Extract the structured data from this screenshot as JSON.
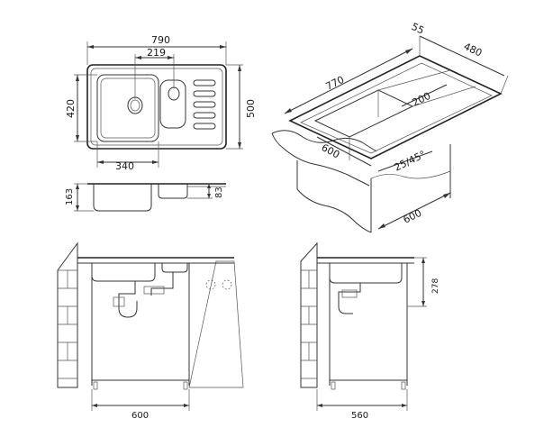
{
  "top_view": {
    "width_label": "790",
    "bowl_offset_label": "219",
    "depth_label": "420",
    "height_label": "500",
    "bowl_width_label": "340"
  },
  "side_view": {
    "depth_label": "163",
    "small_depth_label": "83"
  },
  "iso_view": {
    "length_label": "770",
    "edge_label": "55",
    "width_label": "480",
    "drainer_label": "200",
    "cabinet_label": "600",
    "angle_label": "25/45°",
    "cabinet_depth_label": "600"
  },
  "front_install": {
    "cabinet_width_label": "600"
  },
  "side_install": {
    "depth_label": "560",
    "height_label": "278"
  }
}
